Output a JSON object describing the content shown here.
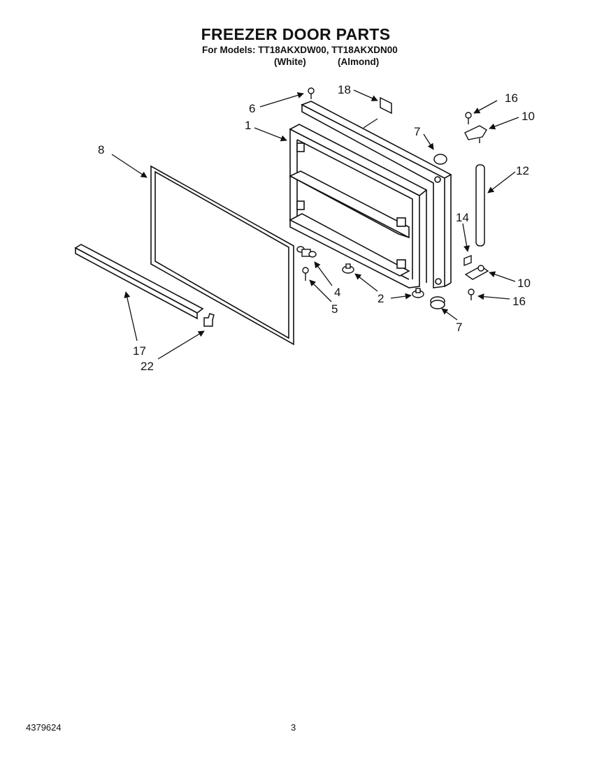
{
  "header": {
    "title": "FREEZER DOOR PARTS",
    "models": "For Models: TT18AKXDW00, TT18AKXDN00",
    "variant_white": "(White)",
    "variant_almond": "(Almond)"
  },
  "callouts": {
    "c1": "1",
    "c2": "2",
    "c4": "4",
    "c5": "5",
    "c6": "6",
    "c7_top": "7",
    "c7_bottom": "7",
    "c8": "8",
    "c10_top": "10",
    "c10_bottom": "10",
    "c12": "12",
    "c14": "14",
    "c16_top": "16",
    "c16_bottom": "16",
    "c17": "17",
    "c18": "18",
    "c22": "22"
  },
  "footer": {
    "doc_number": "4379624",
    "page_number": "3"
  }
}
